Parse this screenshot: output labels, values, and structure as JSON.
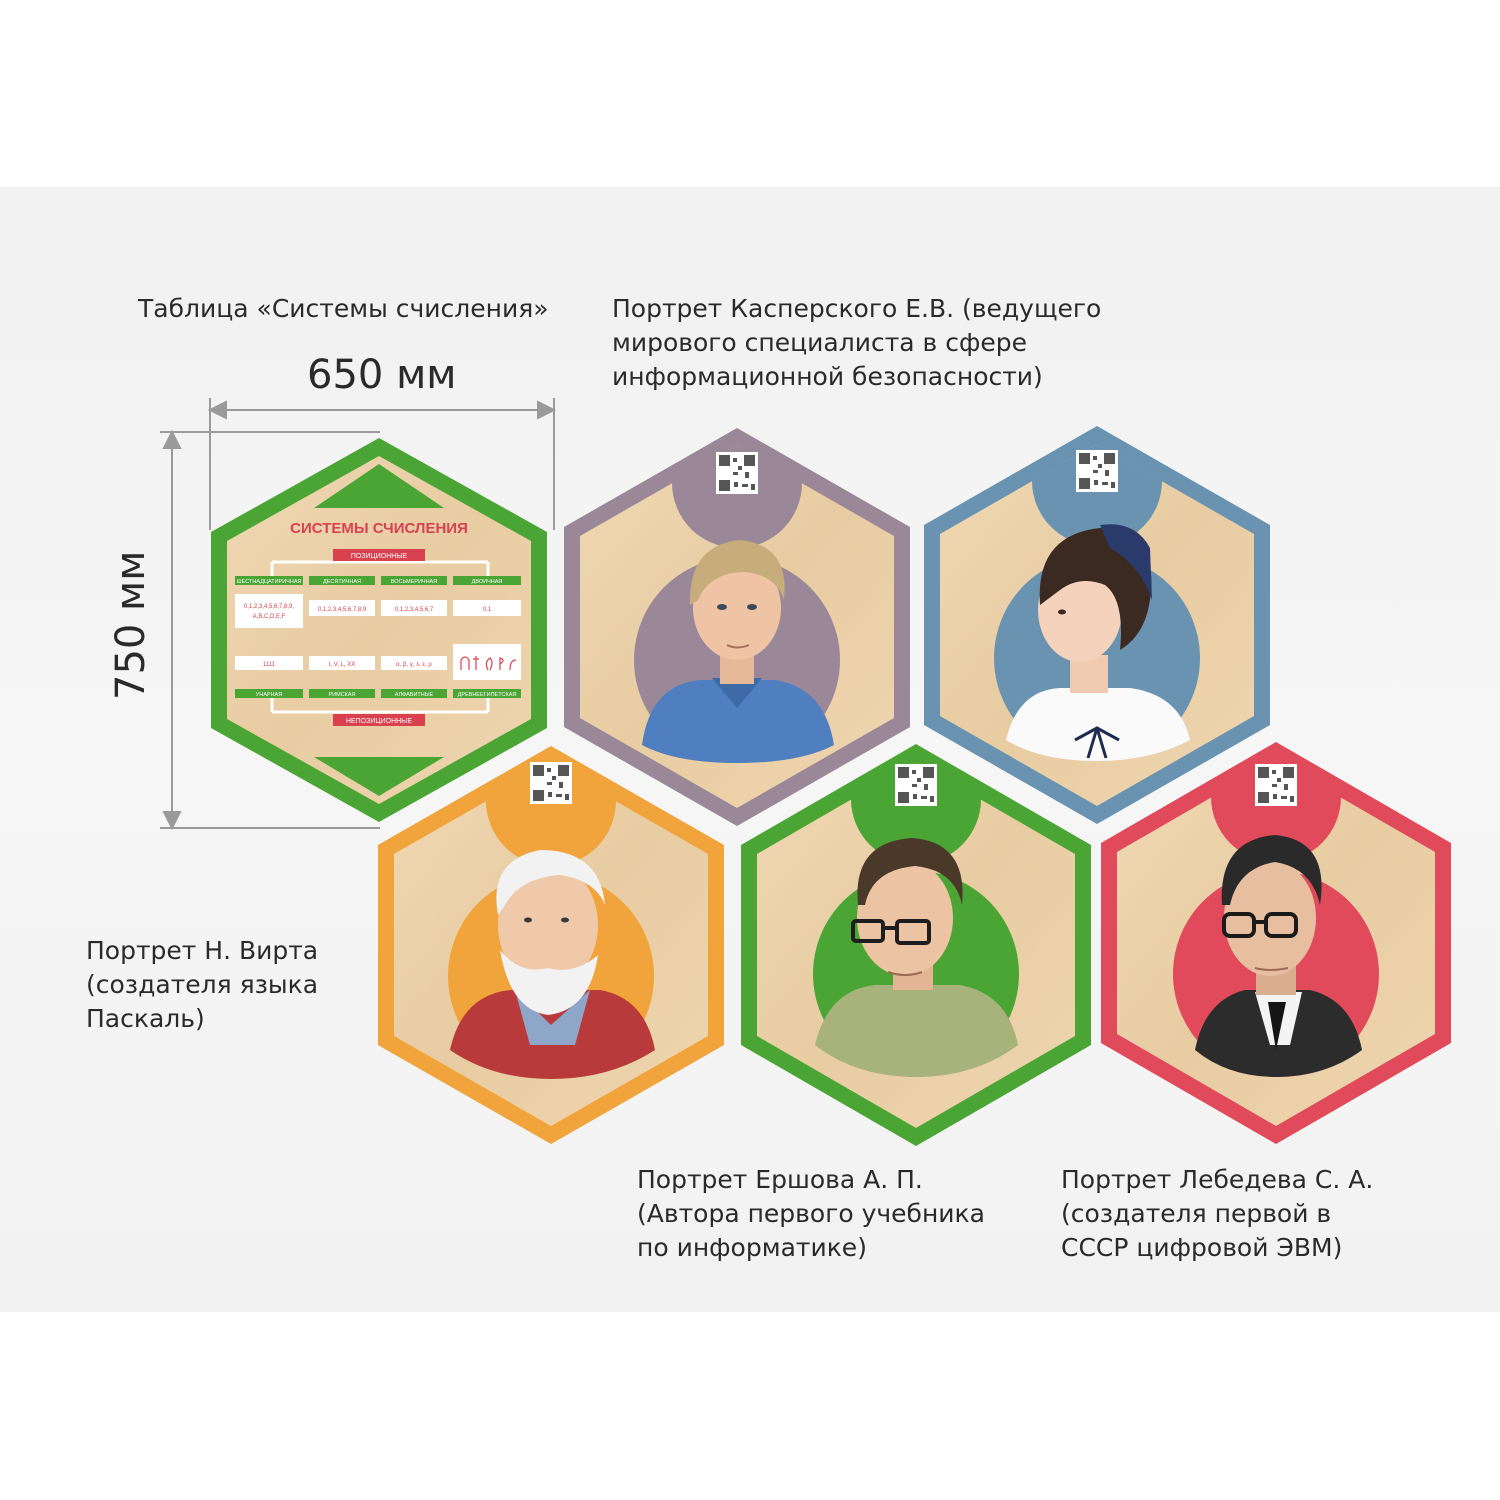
{
  "captions": {
    "table": "Таблица «Системы счисления»",
    "kaspersky": "Портрет Касперского Е.В. (ведущего\nмирового специалиста в сфере\nинформационной безопасности)",
    "wirth": " Портрет Н. Вирта\n(создателя языка\nПаскаль)",
    "ershov": "Портрет Ершова А. П.\n(Автора первого учебника\nпо информатике)",
    "lebedev": "Портрет Лебедева С. А.\n(создателя первой в\nСССР цифровой ЭВМ)"
  },
  "dimensions": {
    "width_label": "650 мм",
    "height_label": "750 мм"
  },
  "table_panel": {
    "title": "СИСТЕМЫ СЧИСЛЕНИЯ",
    "positional_label": "ПОЗИЦИОННЫЕ",
    "nonpositional_label": "НЕПОЗИЦИОННЫЕ",
    "positional_systems": [
      {
        "name": "ШЕСТНАДЦАТИРИЧНАЯ",
        "digits": "0,1,2,3,4,5,6,7,8,9,\nA,B,C,D,E,F"
      },
      {
        "name": "ДЕСЯТИЧНАЯ",
        "digits": "0,1,2,3,4,5,6,7,8,9"
      },
      {
        "name": "ВОСЬМЕРИЧНАЯ",
        "digits": "0,1,2,3,4,5,6,7"
      },
      {
        "name": "ДВОИЧНАЯ",
        "digits": "0,1"
      }
    ],
    "nonpositional_systems": [
      {
        "name": "УНАРНАЯ",
        "digits": "1111"
      },
      {
        "name": "РИМСКАЯ",
        "digits": "I, V, L, XX"
      },
      {
        "name": "АЛФАВИТНЫЕ",
        "digits": "α, β, γ, λ, ε, ρ"
      },
      {
        "name": "ДРЕВНЕЕГИПЕТСКАЯ",
        "digits": ""
      }
    ]
  },
  "panel_colors": {
    "table": "#4aa535",
    "kaspersky": "#9a8798",
    "lady": "#6a93b2",
    "wirth": "#f0a43b",
    "ershov": "#4aa535",
    "lebedev": "#e04a5a",
    "wood": "#ecd3ad",
    "accent_red": "#d9414f"
  }
}
